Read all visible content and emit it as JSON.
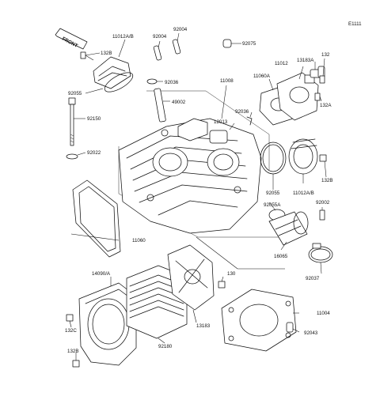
{
  "diagram": {
    "figure_code": "E1111",
    "front_label": "FRONT",
    "part_labels": {
      "p11012ab_top": "11012A/B",
      "p92004_a": "92004",
      "p92004_b": "92004",
      "p92075": "92075",
      "p132b_top": "132B",
      "p11012": "11012",
      "p13183a": "13183A",
      "p132": "132",
      "p92036_a": "92036",
      "p11008": "11008",
      "p11060a": "11060A",
      "p92055_a": "92055",
      "p49002": "49002",
      "p92036_b": "92036",
      "p132a": "132A",
      "p12013": "12013",
      "p92150": "92150",
      "p92022": "92022",
      "p132b_mid": "132B",
      "p92055_b": "92055",
      "p11012ab_mid": "11012A/B",
      "p92002": "92002",
      "p92055a": "92055A",
      "p11060": "11060",
      "p16065": "16065",
      "p92037": "92037",
      "p14090a": "14090/A",
      "p130": "130",
      "p11004": "11004",
      "p132c": "132C",
      "p13183": "13183",
      "p92043": "92043",
      "p132b_low": "132B",
      "p92180": "92180"
    }
  }
}
